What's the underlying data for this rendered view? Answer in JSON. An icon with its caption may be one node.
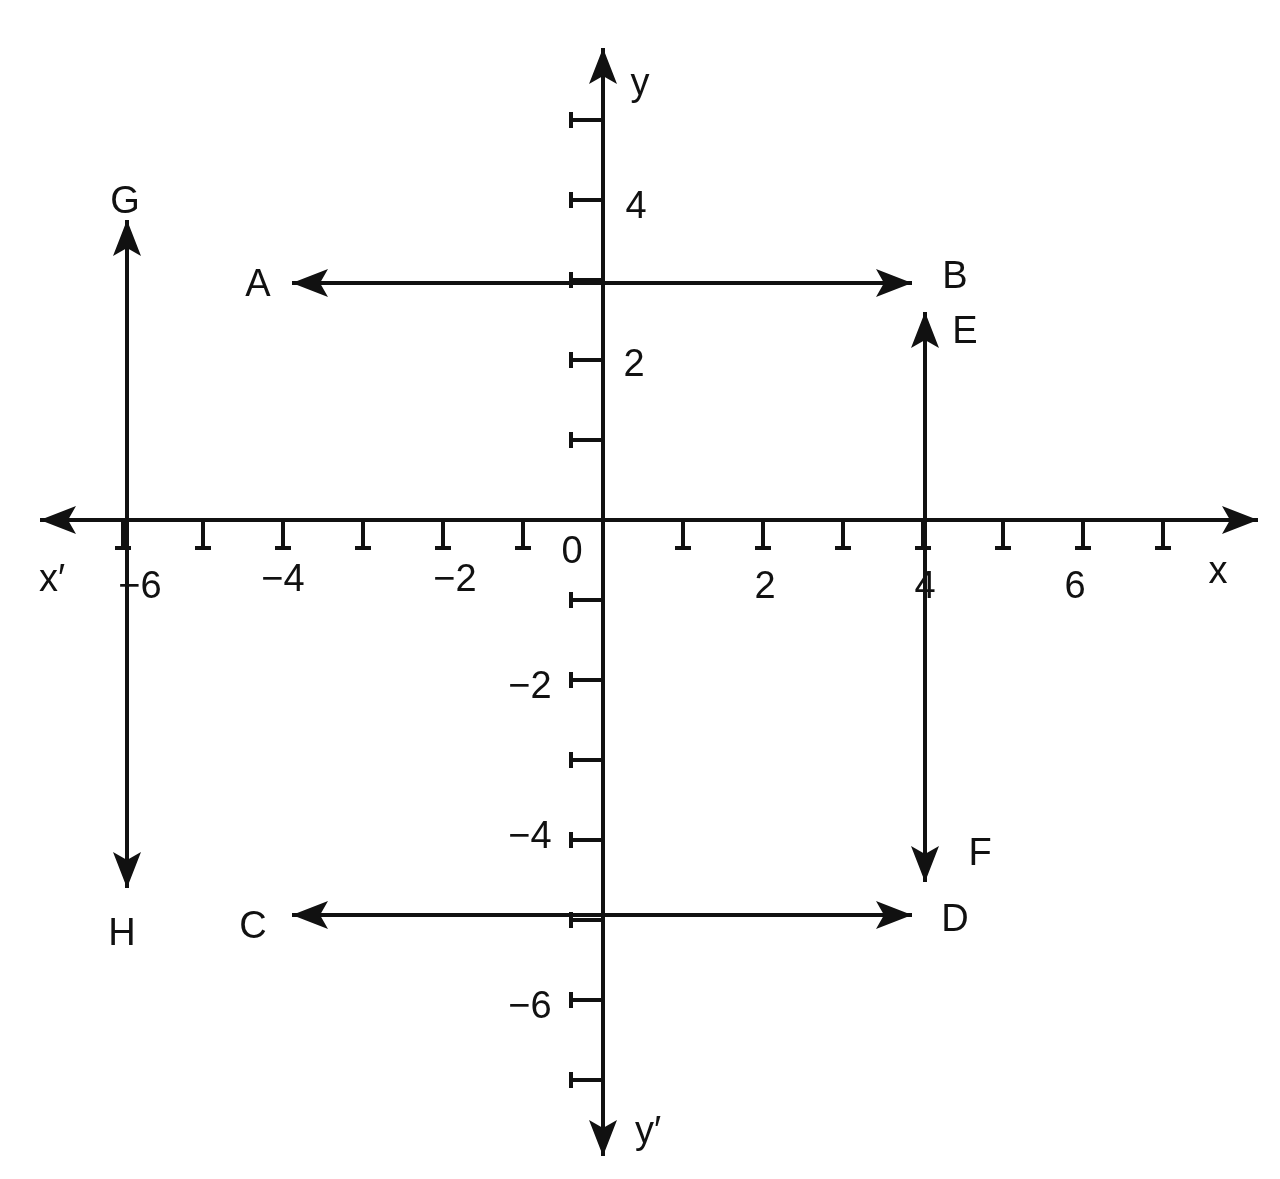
{
  "diagram": {
    "nodes": [
      {
        "text": [
          "A"
        ]
      },
      {
        "text": [
          "B"
        ]
      },
      {
        "text": [
          "E"
        ]
      },
      {
        "text": [
          "F"
        ]
      },
      {
        "text": [
          "G"
        ]
      },
      {
        "text": [
          "H"
        ]
      },
      {
        "text": [
          "C"
        ]
      },
      {
        "text": [
          "D"
        ]
      }
    ],
    "edges": [
      {
        "from": 0,
        "to": 1,
        "arrow": "both"
      },
      {
        "from": 4,
        "to": 5,
        "arrow": "both"
      },
      {
        "from": 2,
        "to": 3,
        "arrow": "both"
      },
      {
        "from": 6,
        "to": 7,
        "arrow": "both"
      }
    ],
    "labels": [
      "y",
      "4",
      "2",
      "x′",
      "−6",
      "−4",
      "−2",
      "0",
      "2",
      "4",
      "6",
      "x",
      "−2",
      "−4",
      "−6",
      "y′"
    ]
  }
}
